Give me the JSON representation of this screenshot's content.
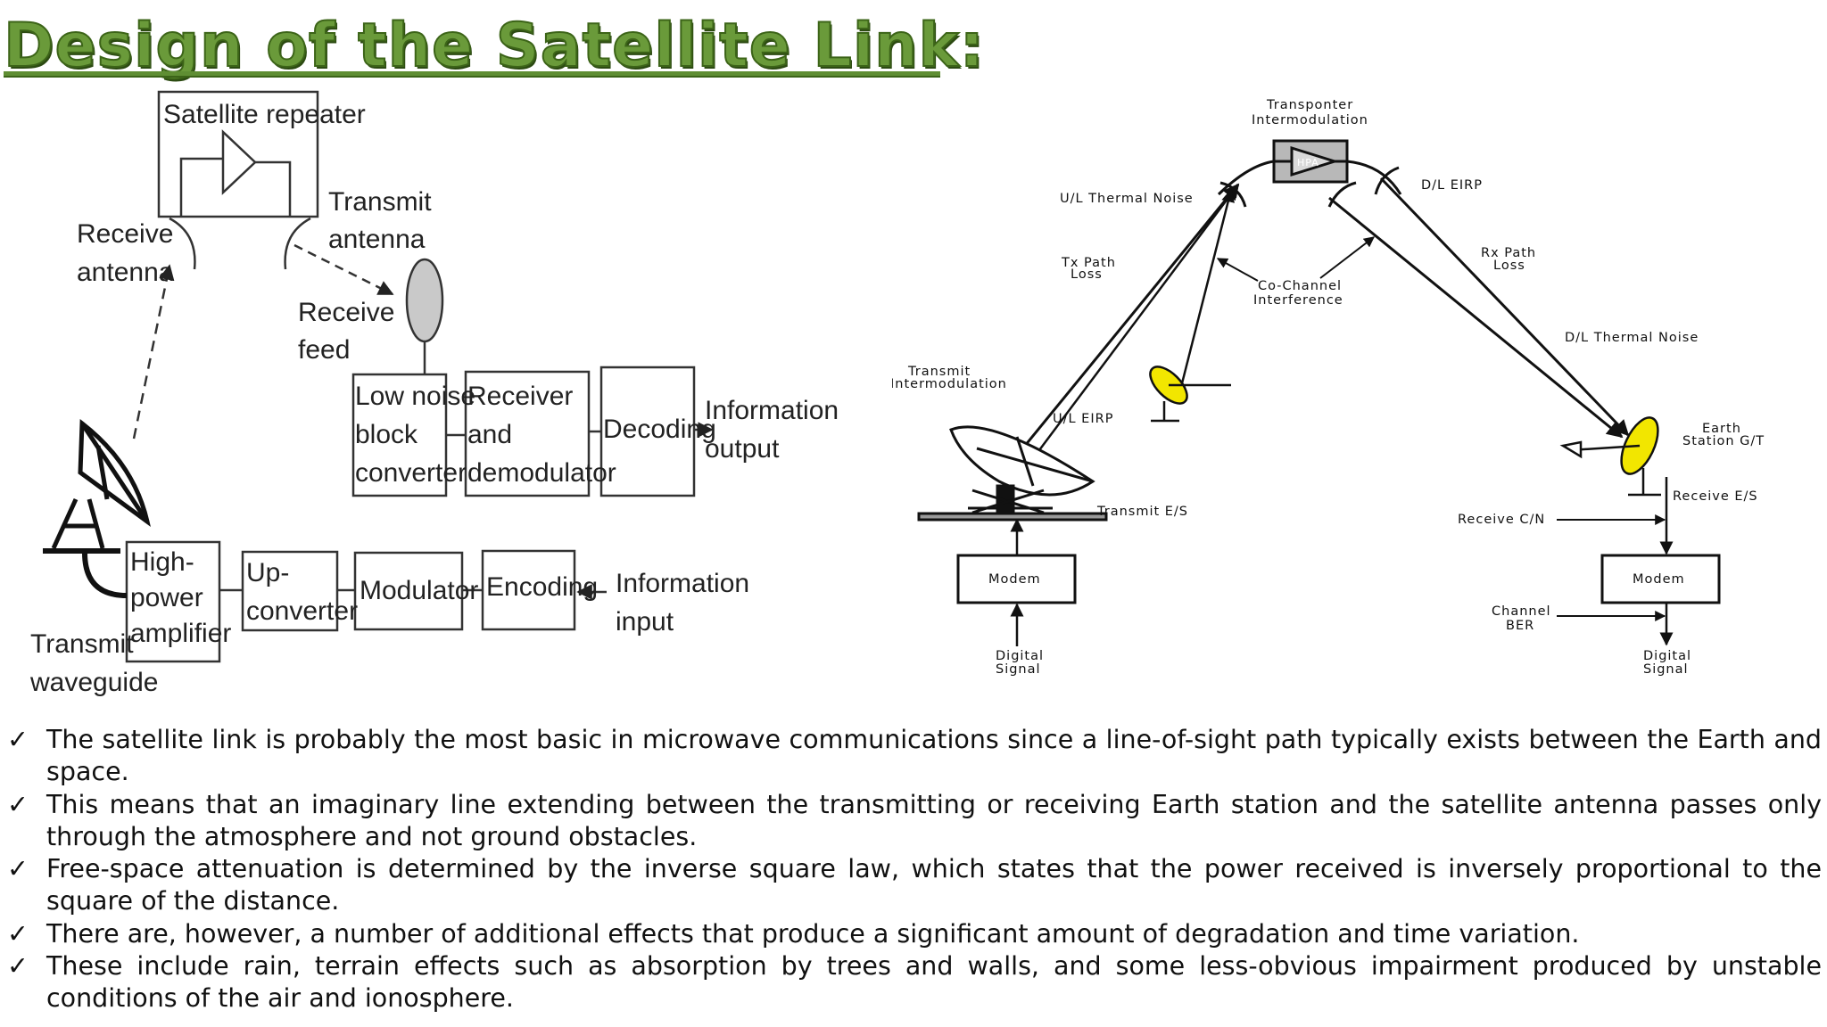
{
  "page": {
    "title": "Design of the Satellite Link:"
  },
  "left_diagram": {
    "satellite_repeater": "Satellite repeater",
    "receive_antenna": [
      "Receive",
      "antenna"
    ],
    "transmit_antenna": [
      "Transmit",
      "antenna"
    ],
    "receive_feed": [
      "Receive",
      "feed"
    ],
    "low_noise_block_converter": [
      "Low noise",
      "block",
      "converter"
    ],
    "receiver_demodulator": [
      "Receiver",
      "and",
      "demodulator"
    ],
    "decoding": "Decoding",
    "information_output": [
      "Information",
      "output"
    ],
    "high_power_amplifier": [
      "High-",
      "power",
      "amplifier"
    ],
    "up_converter": [
      "Up-",
      "converter"
    ],
    "modulator": "Modulator",
    "encoding": "Encoding",
    "information_input": [
      "Information",
      "input"
    ],
    "transmit_waveguide": [
      "Transmit",
      "waveguide"
    ]
  },
  "right_diagram": {
    "transponder_intermodulation": [
      "Transponter",
      "Intermodulation"
    ],
    "hpa": "HPA",
    "ul_thermal_noise": "U/L Thermal Noise",
    "dl_eirp": "D/L EIRP",
    "tx_path_loss": [
      "Tx Path",
      "Loss"
    ],
    "rx_path_loss": [
      "Rx Path",
      "Loss"
    ],
    "co_channel_interference": [
      "Co-Channel",
      "Interference"
    ],
    "dl_thermal_noise": "D/L Thermal Noise",
    "transmit_intermodulation": [
      "Transmit",
      "Intermodulation"
    ],
    "ul_eirp": "U/L EIRP",
    "earth_station_gt": [
      "Earth",
      "Station G/T"
    ],
    "receive_es": "Receive E/S",
    "transmit_es": "Transmit E/S",
    "receive_cn": "Receive C/N",
    "modem_left": "Modem",
    "modem_right": "Modem",
    "channel_ber": [
      "Channel",
      "BER"
    ],
    "digital_signal_left": [
      "Digital",
      "Signal"
    ],
    "digital_signal_right": [
      "Digital",
      "Signal"
    ]
  },
  "bullets": [
    "The satellite link is probably the most basic in microwave communications since a line-of-sight path typically exists between the Earth and space.",
    "This means that an imaginary line extending between the transmitting or receiving Earth station and the satellite antenna passes only through the atmosphere and not ground obstacles.",
    "Free-space attenuation is determined by the inverse square law, which states that the power received is inversely proportional to the square of the distance.",
    "There are, however, a number of additional effects that produce a significant amount of degradation and time variation.",
    "These include rain, terrain effects such as absorption by trees and walls, and some less-obvious impairment produced by unstable conditions of the air and ionosphere."
  ],
  "icons": {
    "bullet": "checkmark-icon"
  },
  "colors": {
    "title_green": "#6a9a3a",
    "dish_yellow": "#f2e600"
  }
}
